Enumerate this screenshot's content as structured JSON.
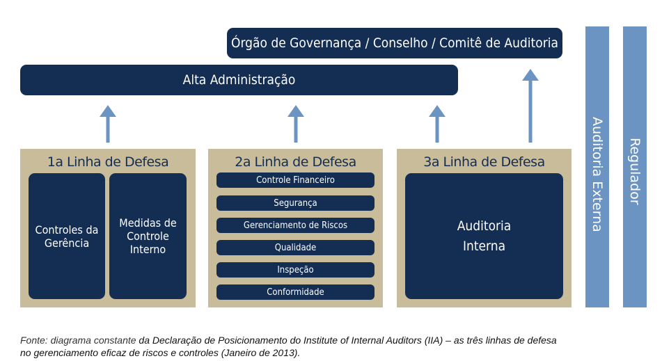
{
  "top": {
    "governance": "Órgão de Governança / Conselho / Comitê de Auditoria",
    "senior_management": "Alta Administração"
  },
  "lines": [
    {
      "title": "1a Linha de Defesa",
      "items": [
        "Controles da Gerência",
        "Medidas de Controle Interno"
      ]
    },
    {
      "title": "2a Linha de Defesa",
      "items": [
        "Controle Financeiro",
        "Segurança",
        "Gerenciamento de Riscos",
        "Qualidade",
        "Inspeção",
        "Conformidade"
      ]
    },
    {
      "title": "3a Linha de Defesa",
      "items": [
        "Auditoria Interna"
      ]
    }
  ],
  "side": {
    "external_audit": "Auditoria Externa",
    "regulator": "Regulador"
  },
  "caption": {
    "source_label": "Fonte: diagrama constante",
    "line1": " da Declaração de Posicionamento do Institute of Internal Auditors (IIA) – as três linhas de defesa",
    "line2": "no gerenciamento eficaz de riscos e controles (Janeiro de 2013)."
  },
  "colors": {
    "navy": "#132d53",
    "tan": "#c9bc9b",
    "blue": "#6b94c2"
  }
}
